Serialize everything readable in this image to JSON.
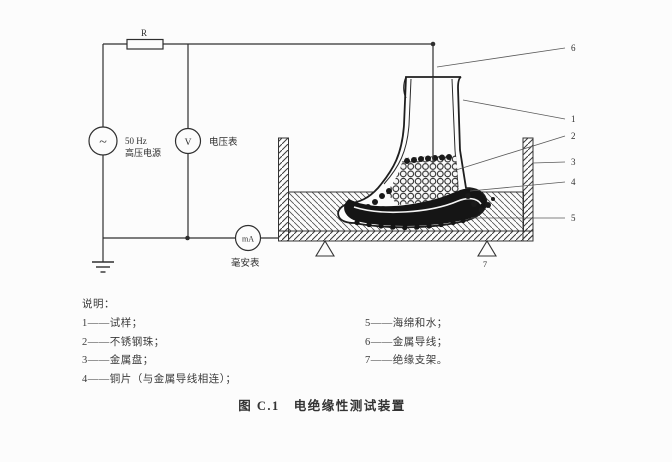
{
  "colors": {
    "line": "#2f2f2f",
    "paper": "#fcfcfc",
    "dark_fill": "#151515"
  },
  "circuit": {
    "resistor_label": "R",
    "source_symbol": "~",
    "source_label_line1": "50 Hz",
    "source_label_line2": "高压电源",
    "voltmeter_symbol": "V",
    "voltmeter_label": "电压表",
    "milliammeter_symbol": "mA",
    "milliammeter_label": "毫安表"
  },
  "callouts": {
    "n1": "1",
    "n2": "2",
    "n3": "3",
    "n4": "4",
    "n5": "5",
    "n6": "6",
    "n7": "7"
  },
  "legend": {
    "title": "说明：",
    "left_items": [
      "1——试样；",
      "2——不锈钢珠；",
      "3——金属盘；",
      "4——铜片（与金属导线相连）；"
    ],
    "right_items": [
      "5——海绵和水；",
      "6——金属导线；",
      "7——绝缘支架。"
    ]
  },
  "caption": "图 C.1　电绝缘性测试装置"
}
